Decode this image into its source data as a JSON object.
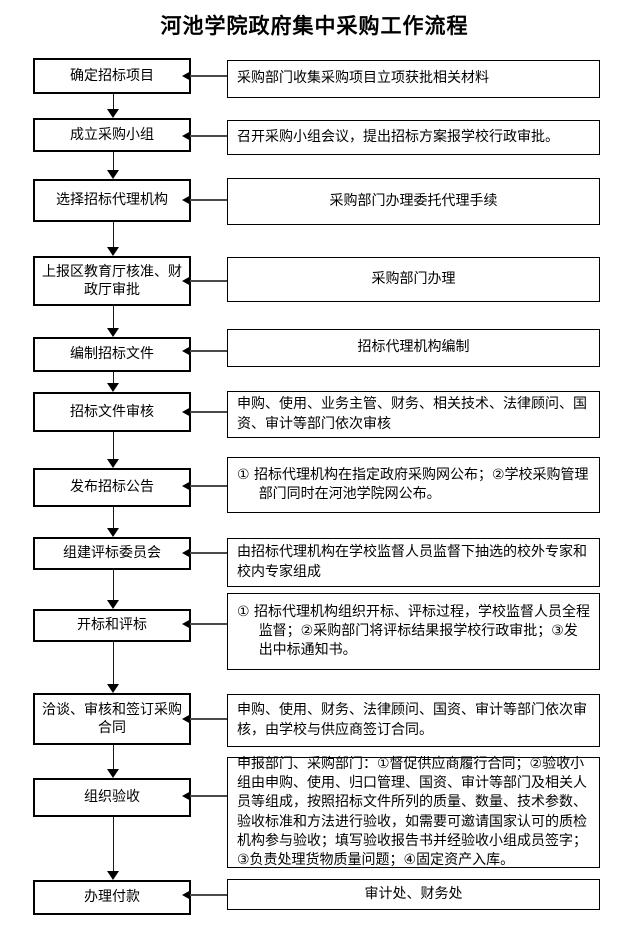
{
  "title": "河池学院政府集中采购工作流程",
  "colors": {
    "background": "#ffffff",
    "text": "#000000",
    "box_border": "#000000",
    "arrow_line": "#4a4a4a",
    "arrow_head": "#000000"
  },
  "icons": {
    "down_arrow": "▼",
    "left_arrow": "◀"
  },
  "steps": [
    {
      "left": "确定招标项目",
      "right": "采购部门收集采购项目立项获批相关材料"
    },
    {
      "left": "成立采购小组",
      "right": "召开采购小组会议，提出招标方案报学校行政审批。"
    },
    {
      "left": "选择招标代理机构",
      "right": "采购部门办理委托代理手续"
    },
    {
      "left": "上报区教育厅核准、财政厅审批",
      "right": "采购部门办理"
    },
    {
      "left": "编制招标文件",
      "right": "招标代理机构编制"
    },
    {
      "left": "招标文件审核",
      "right": "申购、使用、业务主管、财务、相关技术、法律顾问、国资、审计等部门依次审核"
    },
    {
      "left": "发布招标公告",
      "right": "① 招标代理机构在指定政府采购网公布；②学校采购管理部门同时在河池学院网公布。"
    },
    {
      "left": "组建评标委员会",
      "right": "由招标代理机构在学校监督人员监督下抽选的校外专家和校内专家组成"
    },
    {
      "left": "开标和评标",
      "right": "① 招标代理机构组织开标、评标过程，学校监督人员全程监督；②采购部门将评标结果报学校行政审批；③发出中标通知书。"
    },
    {
      "left": "洽谈、审核和签订采购合同",
      "right": "申购、使用、财务、法律顾问、国资、审计等部门依次审核，由学校与供应商签订合同。"
    },
    {
      "left": "组织验收",
      "right": "申报部门、采购部门：①督促供应商履行合同；②验收小组由申购、使用、归口管理、国资、审计等部门及相关人员等组成，按照招标文件所列的质量、数量、技术参数、验收标准和方法进行验收，如需要可邀请国家认可的质检机构参与验收；填写验收报告书并经验收小组成员签字；③负责处理货物质量问题；④固定资产入库。"
    },
    {
      "left": "办理付款",
      "right": "审计处、财务处"
    }
  ]
}
